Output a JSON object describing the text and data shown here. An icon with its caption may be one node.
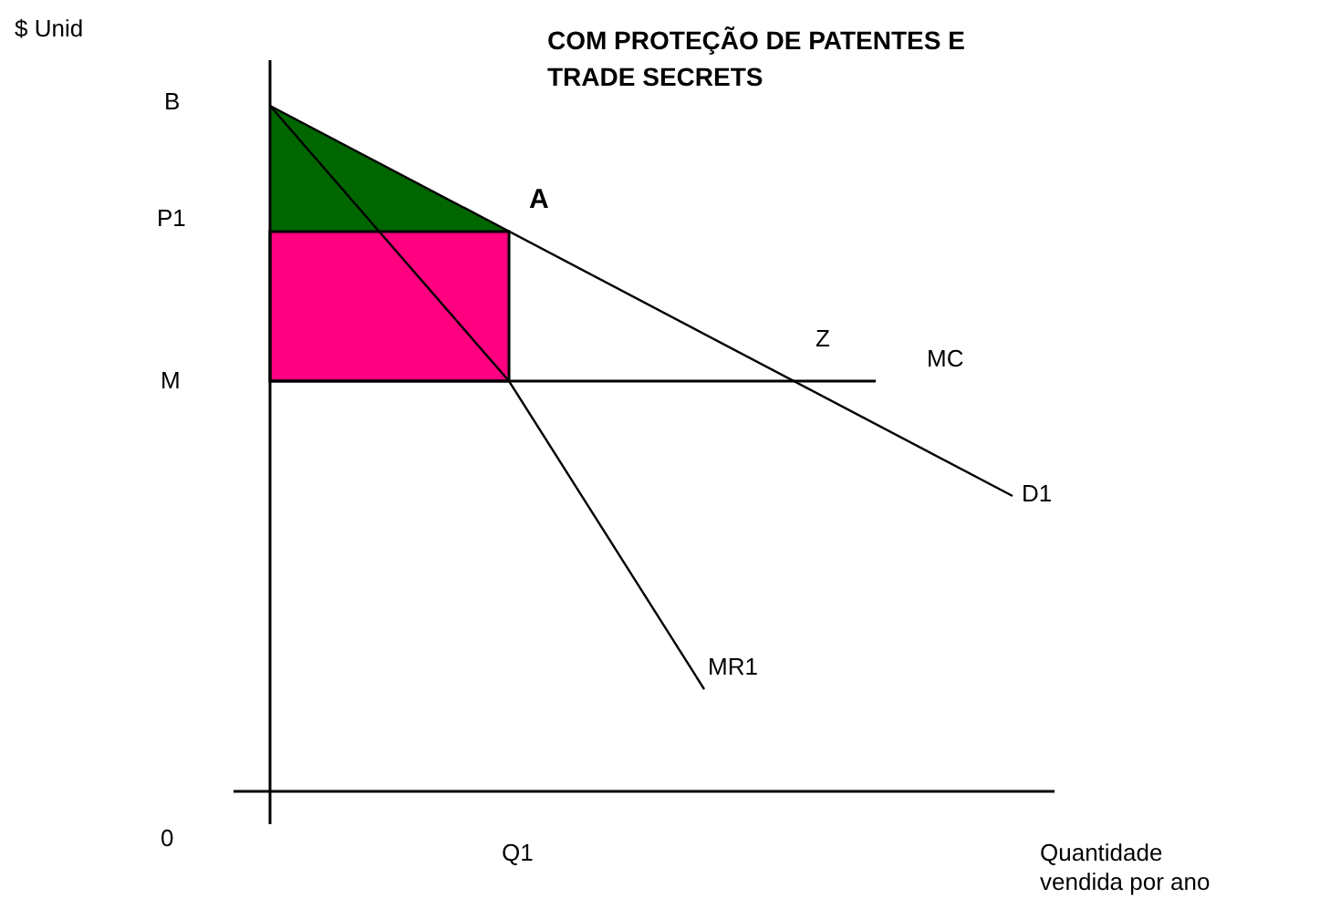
{
  "diagram": {
    "title": "COM PROTEÇÃO DE PATENTES E TRADE SECRETS",
    "labels": [
      "$ Unid",
      "B",
      "A",
      "P1",
      "Z",
      "MC",
      "M",
      "D1",
      "MR1",
      "0",
      "Q1",
      "Quantidade vendida por ano"
    ]
  }
}
